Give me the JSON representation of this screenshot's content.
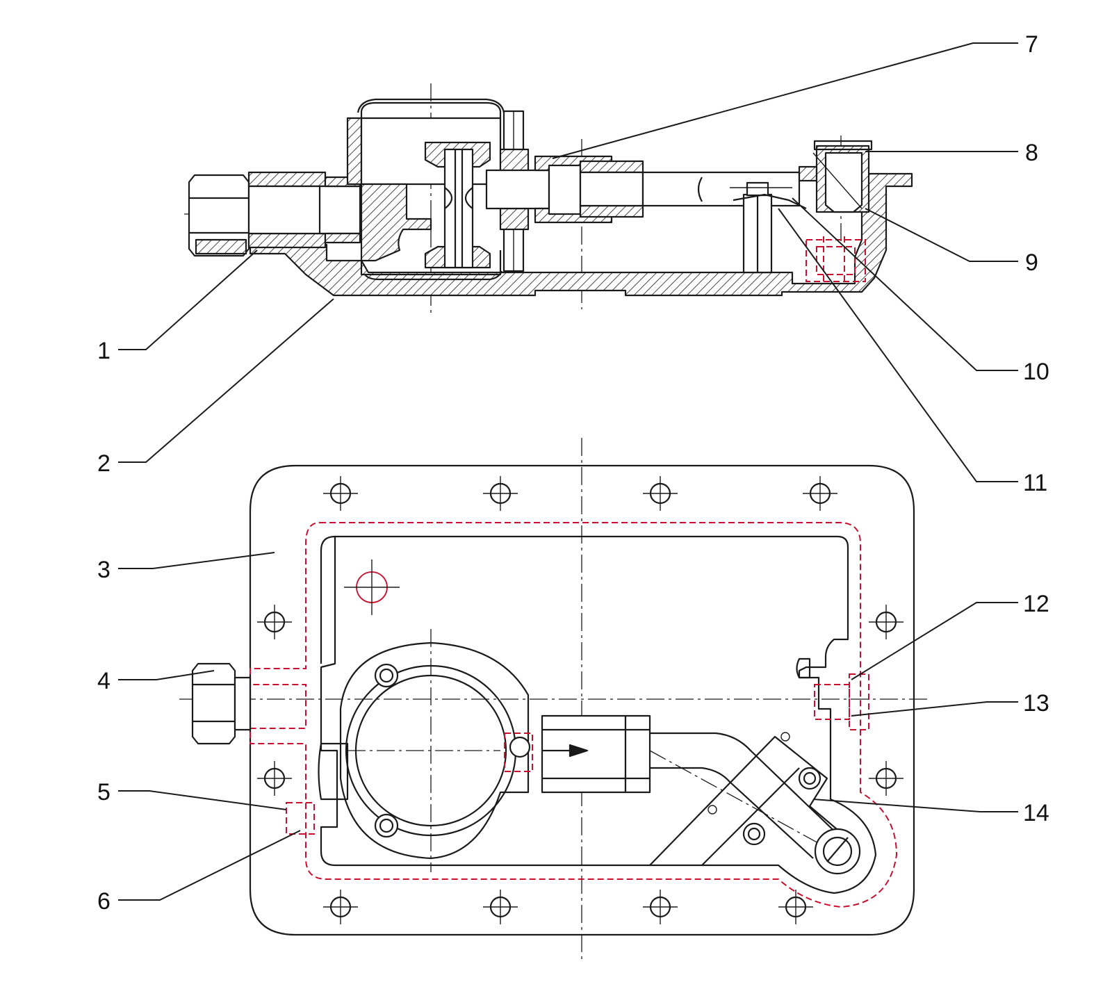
{
  "figure": {
    "labels": [
      "1",
      "2",
      "3",
      "4",
      "5",
      "6",
      "7",
      "8",
      "9",
      "10",
      "11",
      "12",
      "13",
      "14"
    ],
    "colors": {
      "outline": "#1a1a1a",
      "hidden_red": "#c8102e",
      "background": "#ffffff"
    }
  }
}
